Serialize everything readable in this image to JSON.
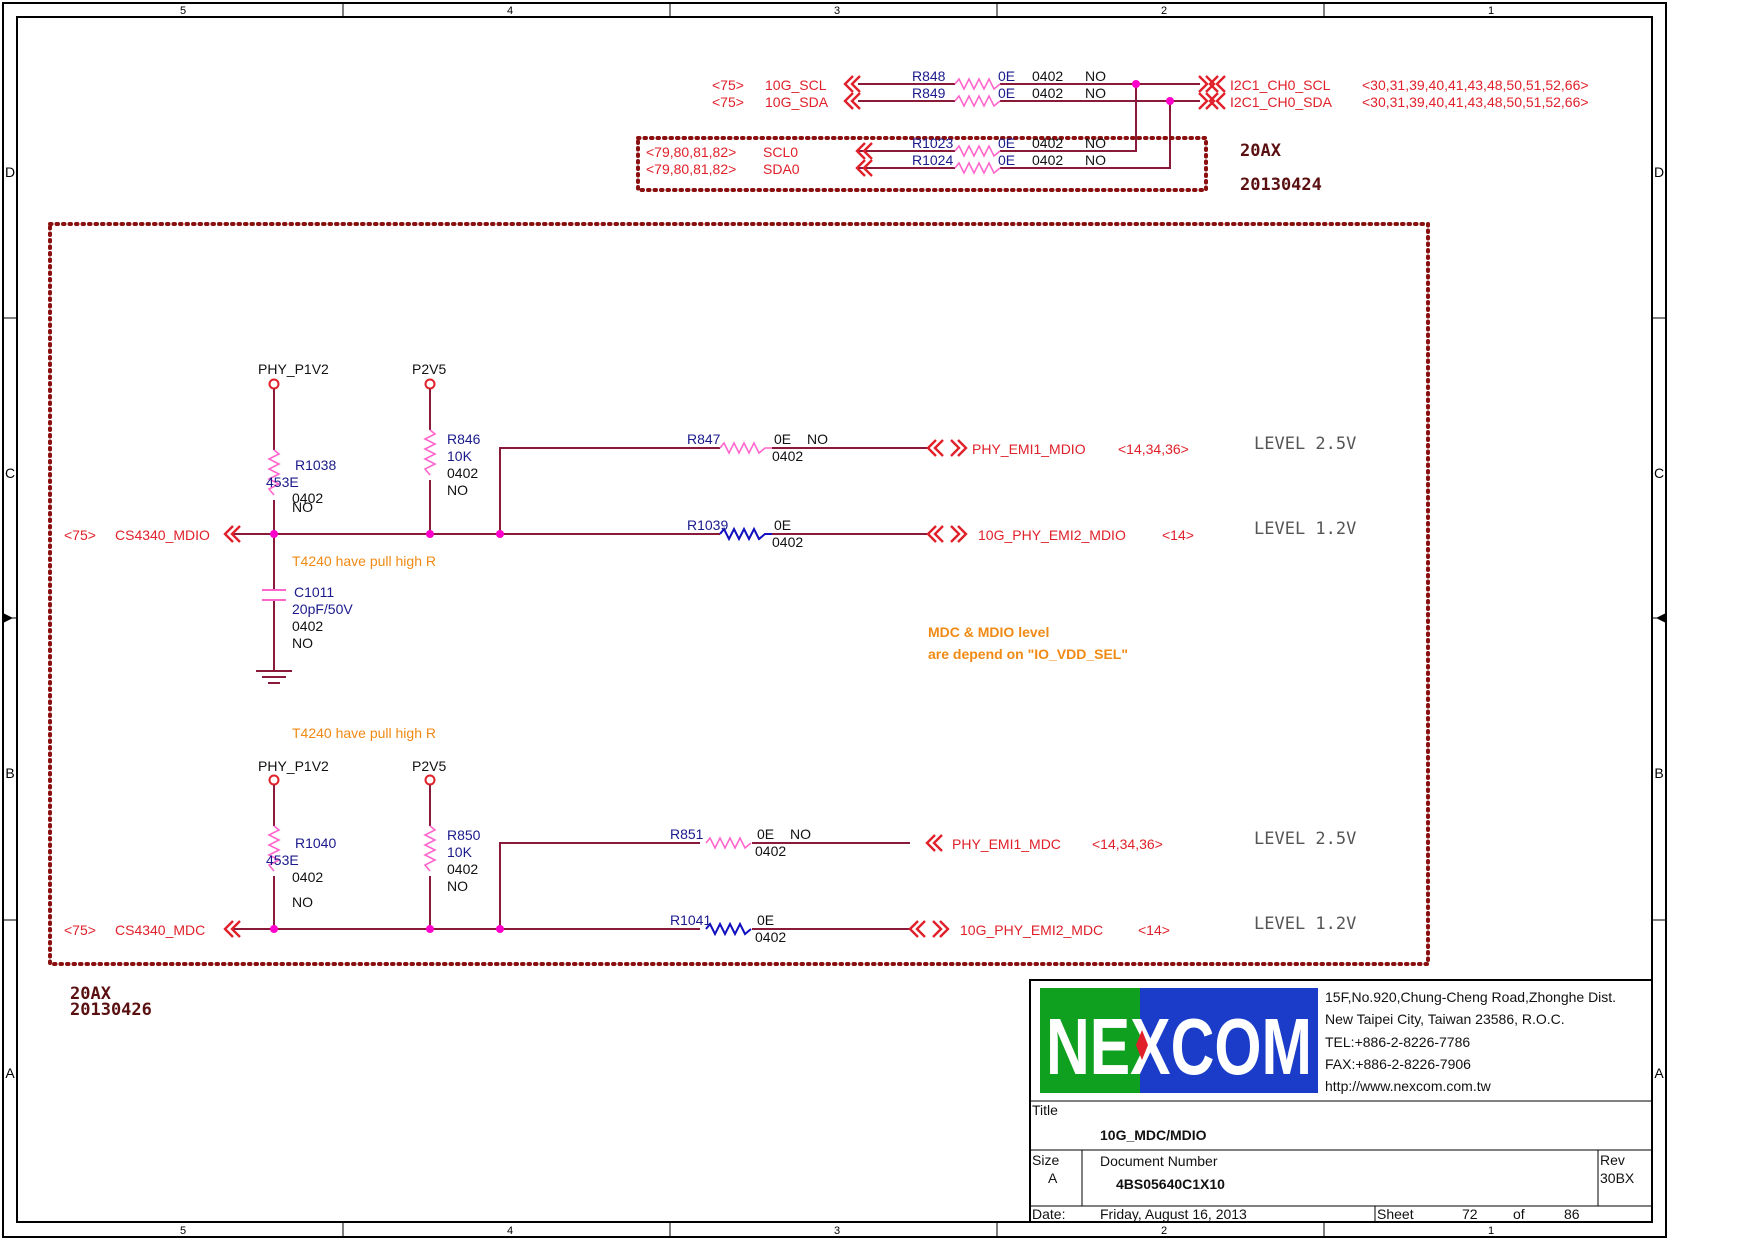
{
  "frame": {
    "columns": [
      "5",
      "4",
      "3",
      "2",
      "1"
    ],
    "rows": [
      "D",
      "C",
      "B",
      "A"
    ]
  },
  "i2c": {
    "top_left": [
      {
        "ref": "<75>",
        "net": "10G_SCL"
      },
      {
        "ref": "<75>",
        "net": "10G_SDA"
      }
    ],
    "top_resistors": [
      {
        "ref": "R848",
        "value": "0E",
        "pkg": "0402",
        "pop": "NO"
      },
      {
        "ref": "R849",
        "value": "0E",
        "pkg": "0402",
        "pop": "NO"
      }
    ],
    "top_right": [
      {
        "net": "I2C1_CH0_SCL",
        "refs": "<30,31,39,40,41,43,48,50,51,52,66>"
      },
      {
        "net": "I2C1_CH0_SDA",
        "refs": "<30,31,39,40,41,43,48,50,51,52,66>"
      }
    ],
    "box_left": [
      {
        "ref": "<79,80,81,82>",
        "net": "SCL0"
      },
      {
        "ref": "<79,80,81,82>",
        "net": "SDA0"
      }
    ],
    "box_resistors": [
      {
        "ref": "R1023",
        "value": "0E",
        "pkg": "0402",
        "pop": "NO"
      },
      {
        "ref": "R1024",
        "value": "0E",
        "pkg": "0402",
        "pop": "NO"
      }
    ],
    "note_line1": "20AX",
    "note_line2": "20130424"
  },
  "mdio": {
    "power_left": "PHY_P1V2",
    "power_right": "P2V5",
    "pull_res": {
      "ref": "R1038",
      "value": "453E",
      "pkg": "0402",
      "pop": "NO"
    },
    "pull_res2": {
      "ref": "R846",
      "value": "10K",
      "pkg": "0402",
      "pop": "NO"
    },
    "cap": {
      "ref": "C1011",
      "value": "20pF/50V",
      "pkg": "0402",
      "pop": "NO"
    },
    "left_net": {
      "ref": "<75>",
      "net": "CS4340_MDIO"
    },
    "note": "T4240 have pull high R",
    "series1": {
      "ref": "R847",
      "value": "0E",
      "pop": "NO",
      "pkg": "0402"
    },
    "series2": {
      "ref": "R1039",
      "value": "0E",
      "pkg": "0402"
    },
    "out1": {
      "net": "PHY_EMI1_MDIO",
      "refs": "<14,34,36>",
      "level": "LEVEL 2.5V"
    },
    "out2": {
      "net": "10G_PHY_EMI2_MDIO",
      "refs": "<14>",
      "level": "LEVEL 1.2V"
    }
  },
  "center_note": {
    "line1": "MDC & MDIO level",
    "line2": "are depend on \"IO_VDD_SEL\""
  },
  "mdc": {
    "note": "T4240 have pull high R",
    "power_left": "PHY_P1V2",
    "power_right": "P2V5",
    "pull_res": {
      "ref": "R1040",
      "value": "453E",
      "pkg": "0402",
      "pop": "NO"
    },
    "pull_res2": {
      "ref": "R850",
      "value": "10K",
      "pkg": "0402",
      "pop": "NO"
    },
    "left_net": {
      "ref": "<75>",
      "net": "CS4340_MDC"
    },
    "series1": {
      "ref": "R851",
      "value": "0E",
      "pop": "NO",
      "pkg": "0402"
    },
    "series2": {
      "ref": "R1041",
      "value": "0E",
      "pkg": "0402"
    },
    "out1": {
      "net": "PHY_EMI1_MDC",
      "refs": "<14,34,36>",
      "level": "LEVEL 2.5V"
    },
    "out2": {
      "net": "10G_PHY_EMI2_MDC",
      "refs": "<14>",
      "level": "LEVEL 1.2V"
    }
  },
  "bottom_note": {
    "line1": "20AX",
    "line2": "20130426"
  },
  "title_block": {
    "logo": "NEXCOM",
    "address1": "15F,No.920,Chung-Cheng Road,Zhonghe Dist.",
    "address2": "New Taipei City, Taiwan 23586, R.O.C.",
    "tel": "TEL:+886-2-8226-7786",
    "fax": "FAX:+886-2-8226-7906",
    "web": "http://www.nexcom.com.tw",
    "title_label": "Title",
    "title": "10G_MDC/MDIO",
    "size_label": "Size",
    "size": "A",
    "docnum_label": "Document Number",
    "docnum": "4BS05640C1X10",
    "rev_label": "Rev",
    "rev": "30BX",
    "date_label": "Date:",
    "date": "Friday, August 16, 2013",
    "sheet_label": "Sheet",
    "sheet": "72",
    "of_label": "of",
    "total": "86"
  },
  "colors": {
    "net": "#e0202a",
    "wire": "#8a1a3a",
    "resistor": "#ff66cc",
    "component_text": "#1a1a8c",
    "note": "#f08a14",
    "logo_green": "#10a020",
    "logo_blue": "#1a3cc8"
  }
}
